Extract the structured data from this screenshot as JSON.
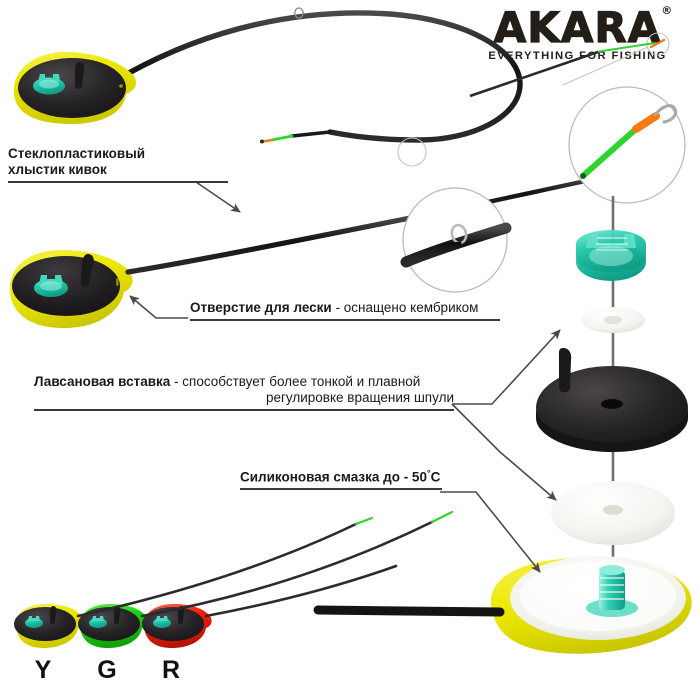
{
  "brand": {
    "name": "AKARA",
    "registered": "®",
    "tagline": "EVERYTHING FOR FISHING"
  },
  "callouts": [
    {
      "id": "fiberglass-whip",
      "line1": "Стеклопластиковый",
      "line2": "хлыстик кивок"
    },
    {
      "id": "line-hole",
      "bold": "Отверстие для лески",
      "regular": " - оснащено кембриком"
    },
    {
      "id": "lavsan-insert",
      "bold": "Лавсановая вставка",
      "regular": " - способствует более тонкой и плавной",
      "line2": "регулировке вращения шпули"
    },
    {
      "id": "silicone-grease",
      "bold": "Силиконовая смазка до - 50",
      "degree": "°",
      "unit": "С"
    }
  ],
  "variants": [
    {
      "code": "Y",
      "name": "yellow",
      "color": "#ece800"
    },
    {
      "code": "G",
      "name": "green",
      "color": "#1fd511"
    },
    {
      "code": "R",
      "name": "red",
      "color": "#f01f06"
    }
  ],
  "colors": {
    "body_yellow": "#ece800",
    "body_yellow_shadow": "#c9c500",
    "spool_black": "#231f20",
    "clip_teal": "#17c5a8",
    "rod_black": "#141414",
    "tip_green": "#2fd32f",
    "tip_orange": "#f97a10",
    "washer_white": "#f2f2ee",
    "leader_gray": "#595959"
  },
  "parts": [
    {
      "id": "thumb-screw-cap",
      "label": "teal thumb screw cap"
    },
    {
      "id": "upper-washer",
      "label": "white washer"
    },
    {
      "id": "spool-disc",
      "label": "black spool disc with handle peg"
    },
    {
      "id": "lavsan-washer",
      "label": "white lavsan insert washer"
    },
    {
      "id": "reel-body",
      "label": "yellow reel body with threaded post"
    }
  ],
  "magnifiers": [
    {
      "id": "whip-tip-magnifier",
      "shows": "green and orange whip tip with wire ring"
    },
    {
      "id": "line-guide-magnifier",
      "shows": "line guide ring on black rod"
    }
  ]
}
